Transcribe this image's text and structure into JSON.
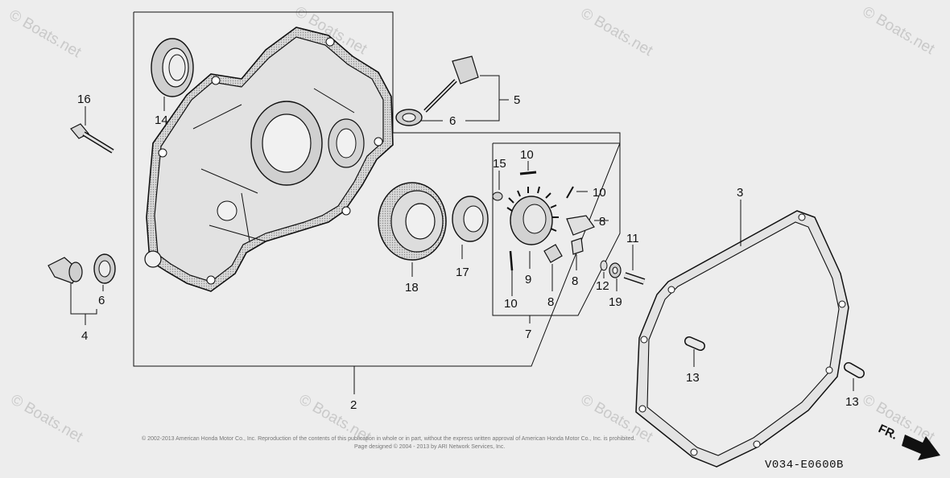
{
  "watermark": "© Boats.net",
  "diagram_code": "V034-E0600B",
  "direction_label": "FR.",
  "copyright_line1": "© 2002-2013 American Honda Motor Co., Inc. Reproduction of the contents of this publication in whole or in part, without the express written approval of American Honda Motor Co., Inc. is prohibited.",
  "copyright_line2": "Page designed © 2004 - 2013 by ARI Network Services, Inc.",
  "callouts": {
    "c16": "16",
    "c14": "14",
    "c5": "5",
    "c6a": "6",
    "c10a": "10",
    "c15": "15",
    "c10b": "10",
    "c8a": "8",
    "c3": "3",
    "c11": "11",
    "c17": "17",
    "c18": "18",
    "c9": "9",
    "c8b": "8",
    "c8c": "8",
    "c12": "12",
    "c19": "19",
    "c10c": "10",
    "c7": "7",
    "c6b": "6",
    "c4": "4",
    "c2": "2",
    "c13a": "13",
    "c13b": "13"
  }
}
